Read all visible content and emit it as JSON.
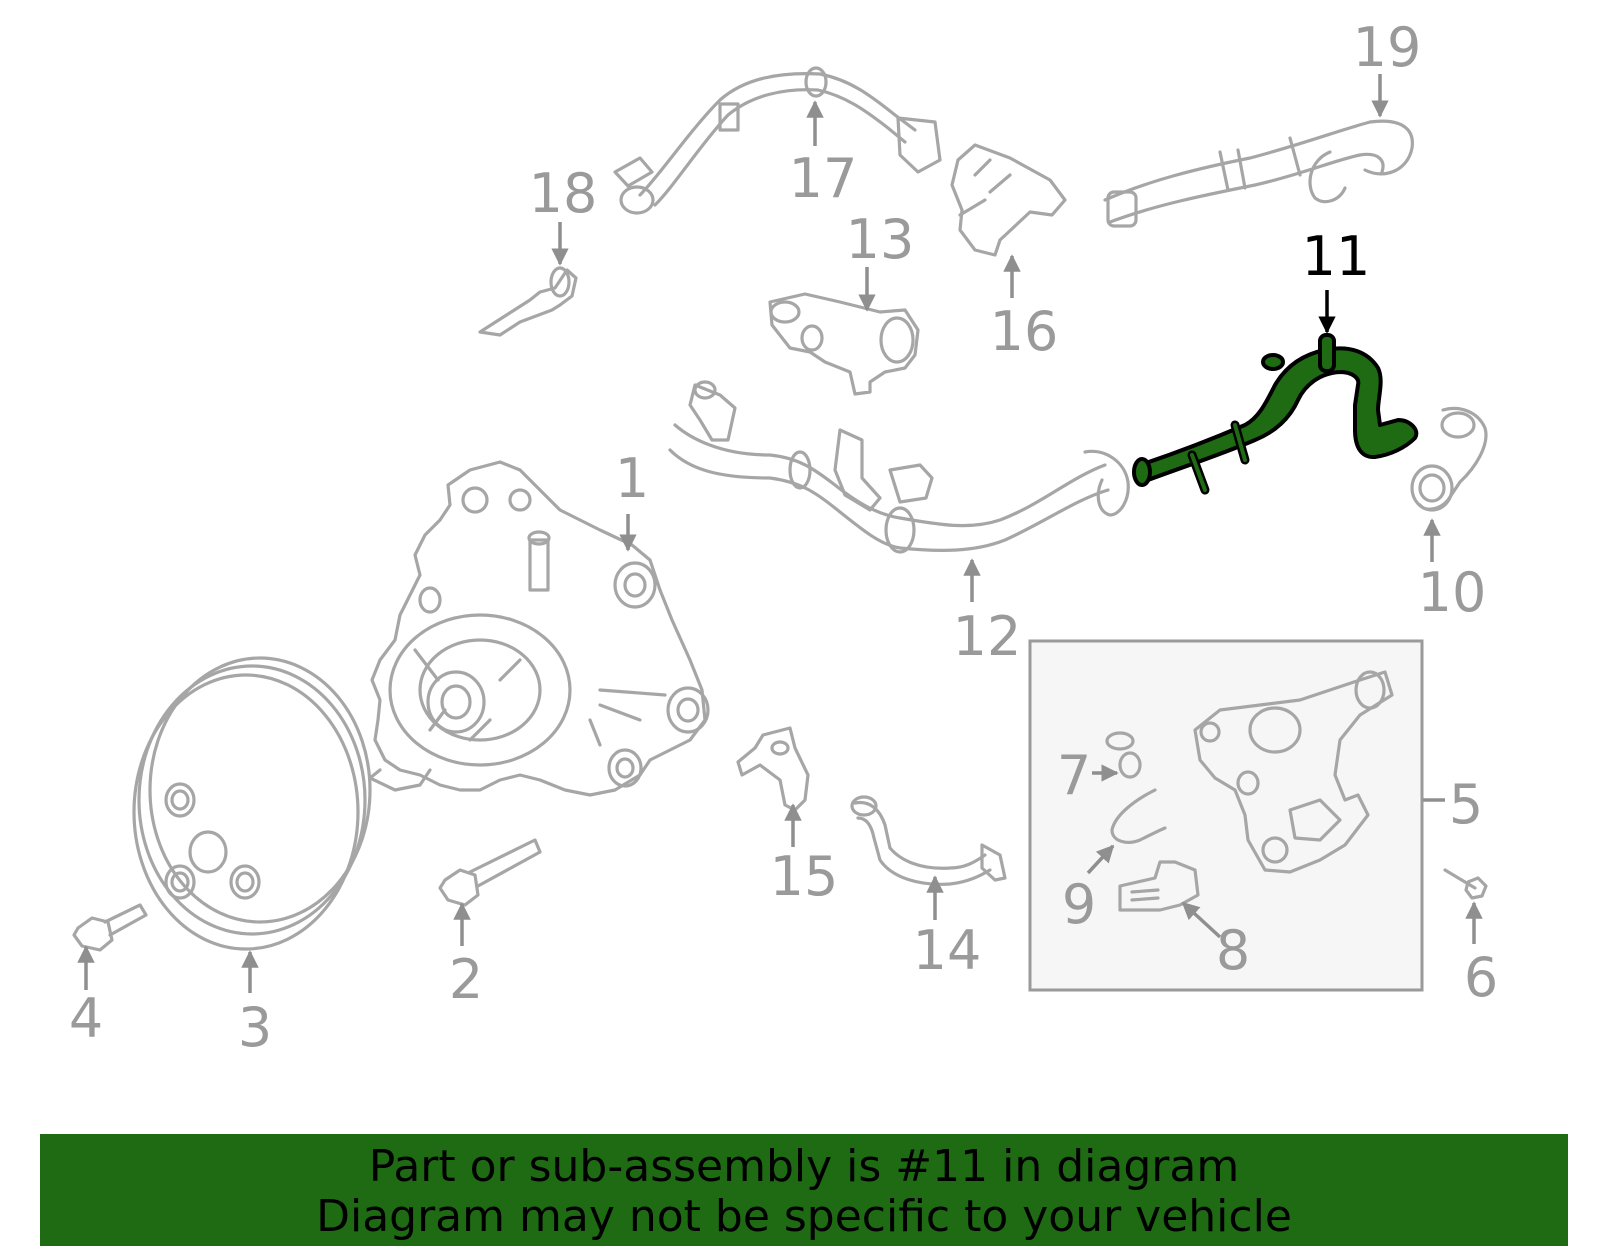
{
  "callouts": [
    {
      "id": "1",
      "label": "1",
      "highlighted": false
    },
    {
      "id": "2",
      "label": "2",
      "highlighted": false
    },
    {
      "id": "3",
      "label": "3",
      "highlighted": false
    },
    {
      "id": "4",
      "label": "4",
      "highlighted": false
    },
    {
      "id": "5",
      "label": "5",
      "highlighted": false
    },
    {
      "id": "6",
      "label": "6",
      "highlighted": false
    },
    {
      "id": "7",
      "label": "7",
      "highlighted": false
    },
    {
      "id": "8",
      "label": "8",
      "highlighted": false
    },
    {
      "id": "9",
      "label": "9",
      "highlighted": false
    },
    {
      "id": "10",
      "label": "10",
      "highlighted": false
    },
    {
      "id": "11",
      "label": "11",
      "highlighted": true
    },
    {
      "id": "12",
      "label": "12",
      "highlighted": false
    },
    {
      "id": "13",
      "label": "13",
      "highlighted": false
    },
    {
      "id": "14",
      "label": "14",
      "highlighted": false
    },
    {
      "id": "15",
      "label": "15",
      "highlighted": false
    },
    {
      "id": "16",
      "label": "16",
      "highlighted": false
    },
    {
      "id": "17",
      "label": "17",
      "highlighted": false
    },
    {
      "id": "18",
      "label": "18",
      "highlighted": false
    },
    {
      "id": "19",
      "label": "19",
      "highlighted": false
    }
  ],
  "highlight_color": "#1e6b14",
  "banner": {
    "line1": "Part or sub-assembly is #11 in diagram",
    "line2": "Diagram may not be specific to your vehicle"
  }
}
